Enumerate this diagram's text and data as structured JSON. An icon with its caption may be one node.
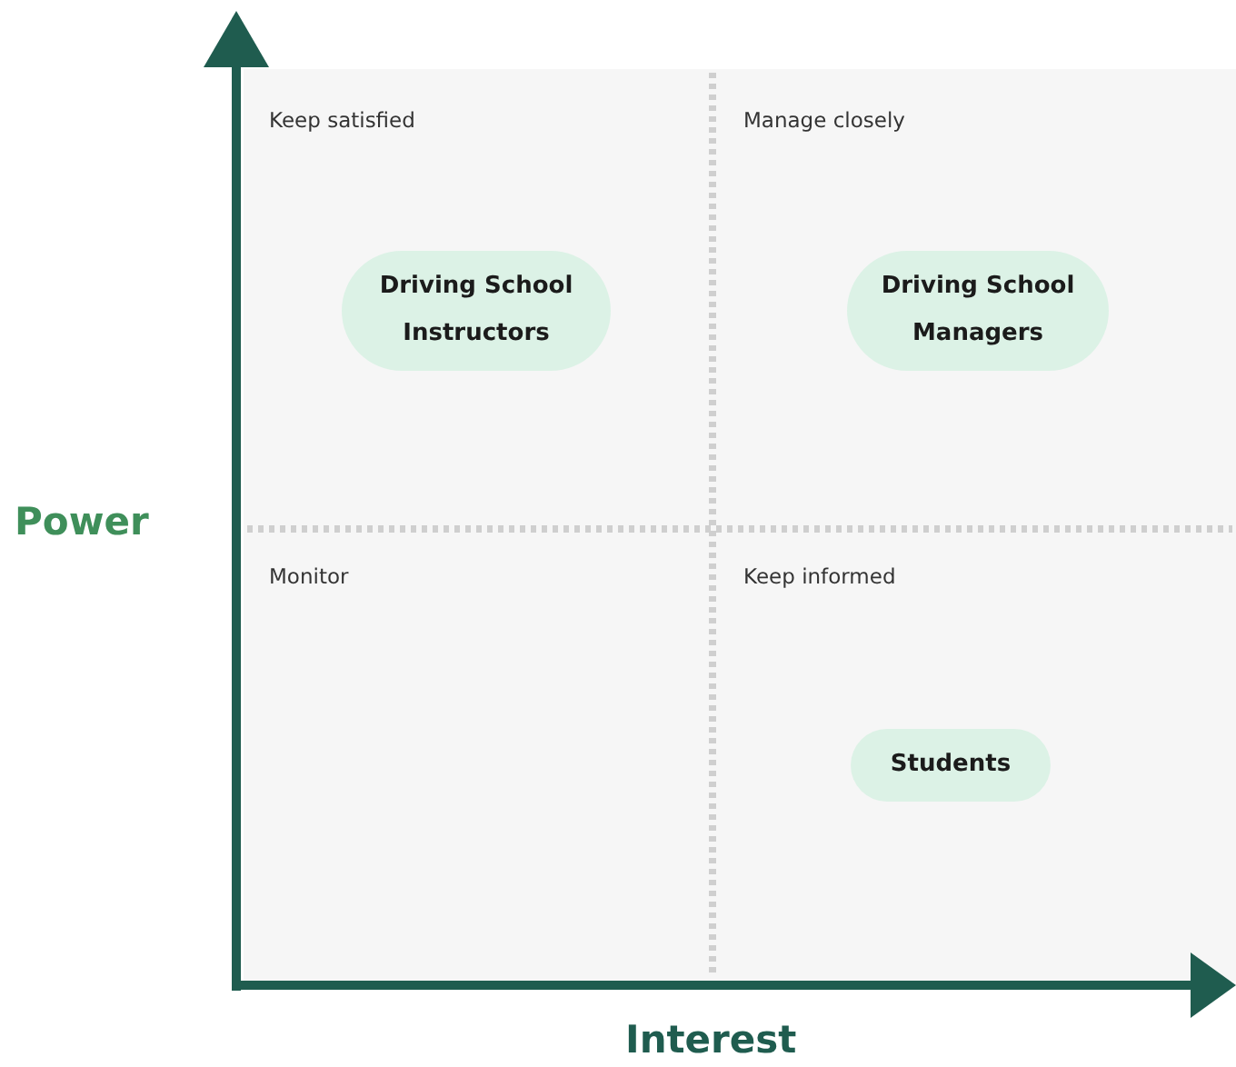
{
  "diagram": {
    "nodes": [
      {
        "text": [
          "Driving School Instructors"
        ]
      },
      {
        "text": [
          "Driving School Managers"
        ]
      },
      {
        "text": [
          "Students"
        ]
      }
    ],
    "labels": [
      "Keep satisfied",
      "Manage closely",
      "Monitor",
      "Keep informed",
      "Power",
      "Interest"
    ]
  }
}
